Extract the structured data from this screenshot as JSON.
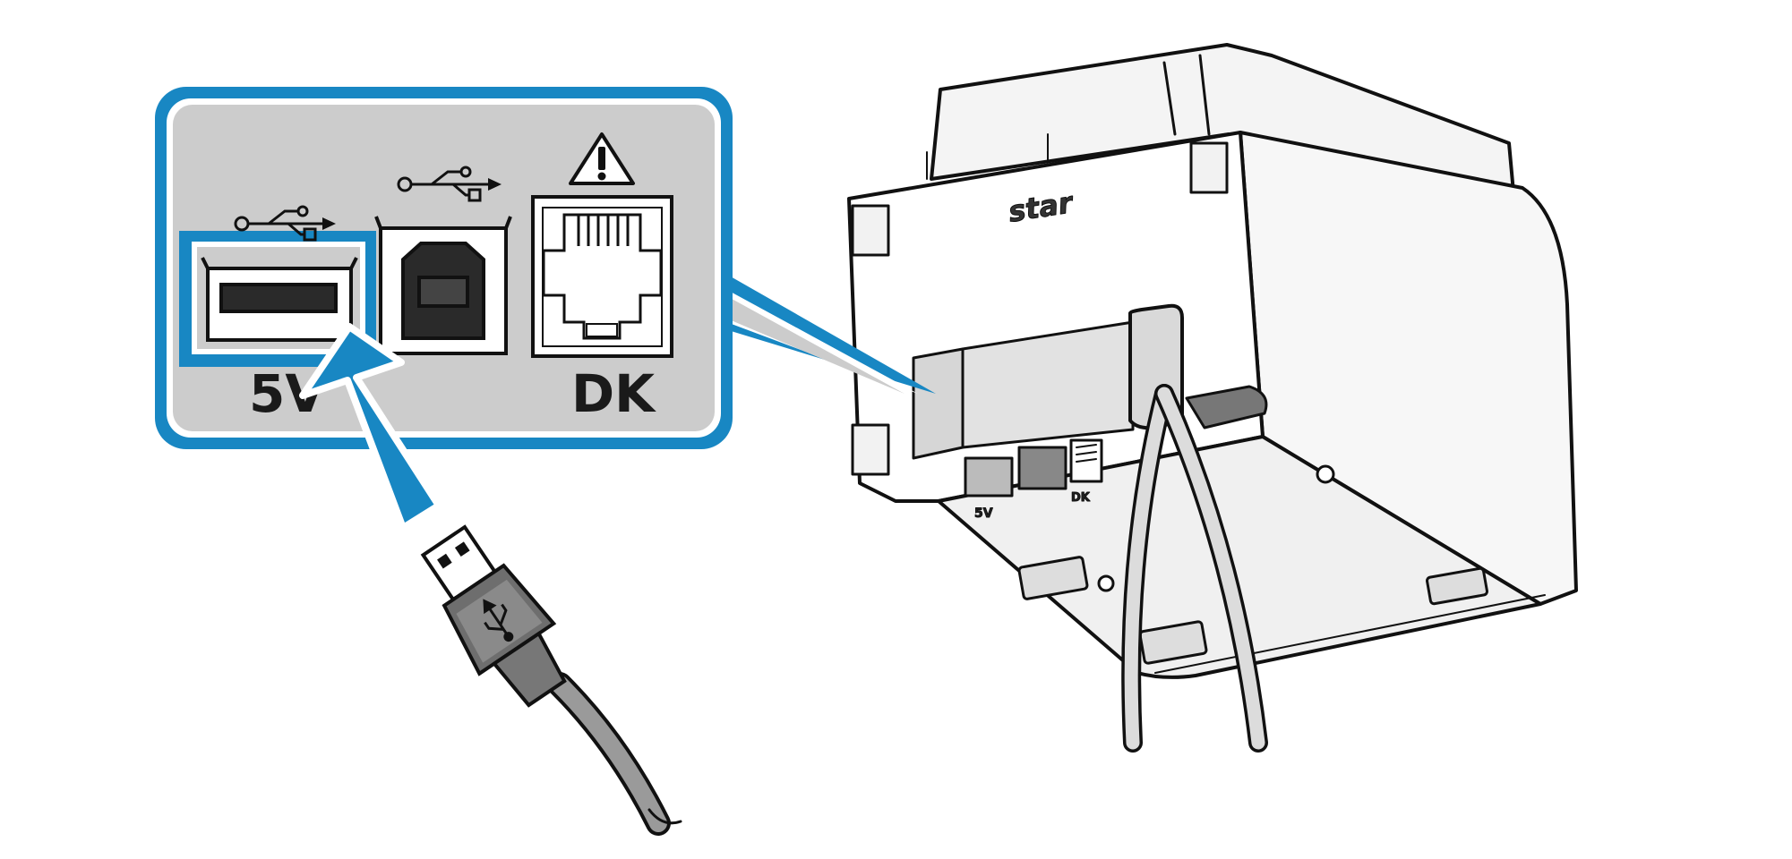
{
  "callout": {
    "port_usb_a_label": "5V",
    "port_dk_label": "DK",
    "highlight_color": "#1887c3",
    "panel_color": "#cccccc"
  },
  "printer": {
    "brand": "star",
    "port_usb_a_label": "5V",
    "port_dk_label": "DK"
  },
  "icons": {
    "usb_symbol": "usb-symbol-icon",
    "warning": "warning-triangle-icon",
    "insert_arrow": "insert-arrow-icon"
  }
}
